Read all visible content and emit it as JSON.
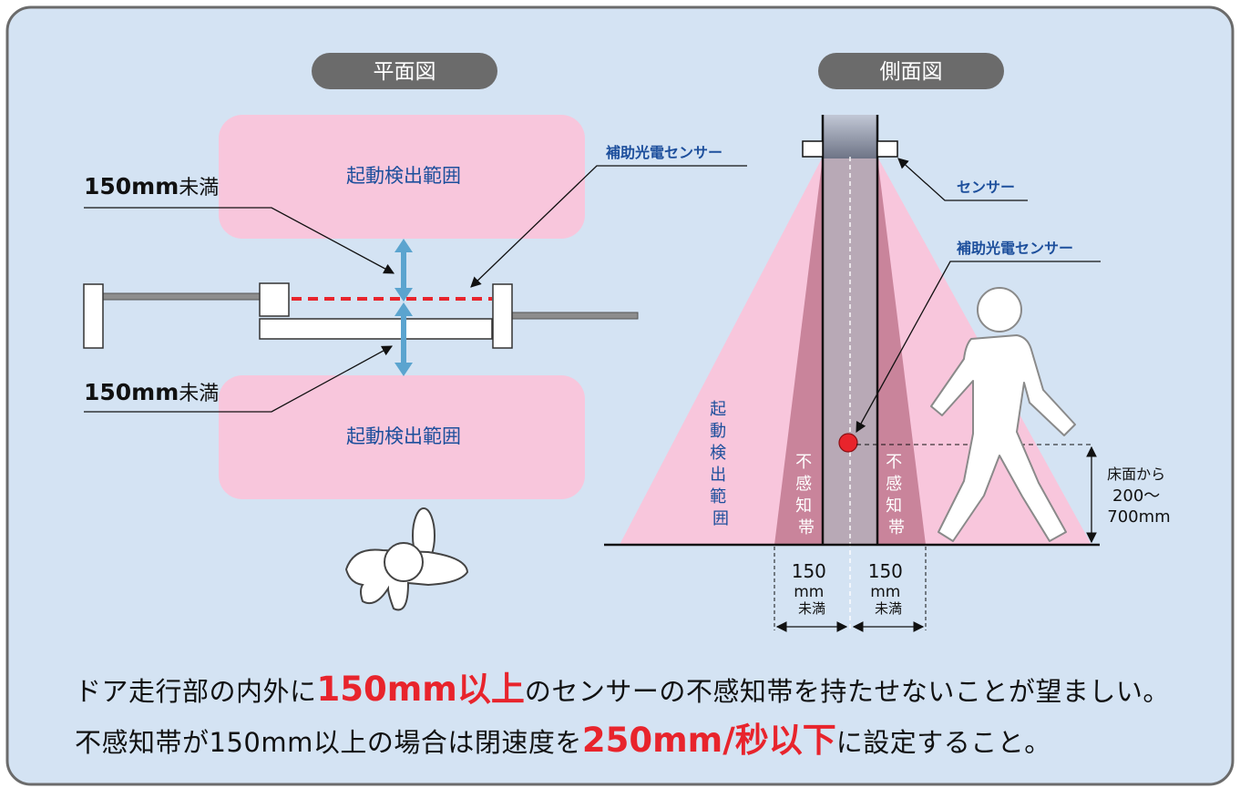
{
  "plan_view": {
    "title": "平面図",
    "zone_top": "起動検出範囲",
    "zone_bottom": "起動検出範囲",
    "aux_sensor": "補助光電センサー",
    "dist_top": {
      "value": "150mm",
      "suffix": "未満"
    },
    "dist_bottom": {
      "value": "150mm",
      "suffix": "未満"
    }
  },
  "side_view": {
    "title": "側面図",
    "sensor": "センサー",
    "aux_sensor": "補助光電センサー",
    "zone_vertical": [
      "起",
      "動",
      "検",
      "出",
      "範",
      "囲"
    ],
    "dead_left": [
      "不",
      "感",
      "知",
      "帯"
    ],
    "dead_right": [
      "不",
      "感",
      "知",
      "帯"
    ],
    "width_left": [
      "150",
      "mm",
      "未満"
    ],
    "width_right": [
      "150",
      "mm",
      "未満"
    ],
    "height": [
      "床面から",
      "200〜",
      "700mm"
    ]
  },
  "caption": {
    "line1": {
      "pre": "ドア走行部の内外に",
      "highlight": "150mm以上",
      "post": "のセンサーの不感知帯を持たせないことが望ましい。"
    },
    "line2": {
      "pre": "不感知帯が150mm以上の場合は閉速度を",
      "highlight": "250mm/秒以下",
      "post": "に設定すること。"
    }
  },
  "colors": {
    "background": "#d4e3f3",
    "zone_pink": "#f8c6dc",
    "dead_zone": "#c9849b",
    "door_gray": "#b8a9b6",
    "arrow_blue": "#5ba4cf",
    "label_blue": "#1d4f9c",
    "highlight_red": "#e8242c",
    "pill_gray": "#6b6b6b"
  }
}
